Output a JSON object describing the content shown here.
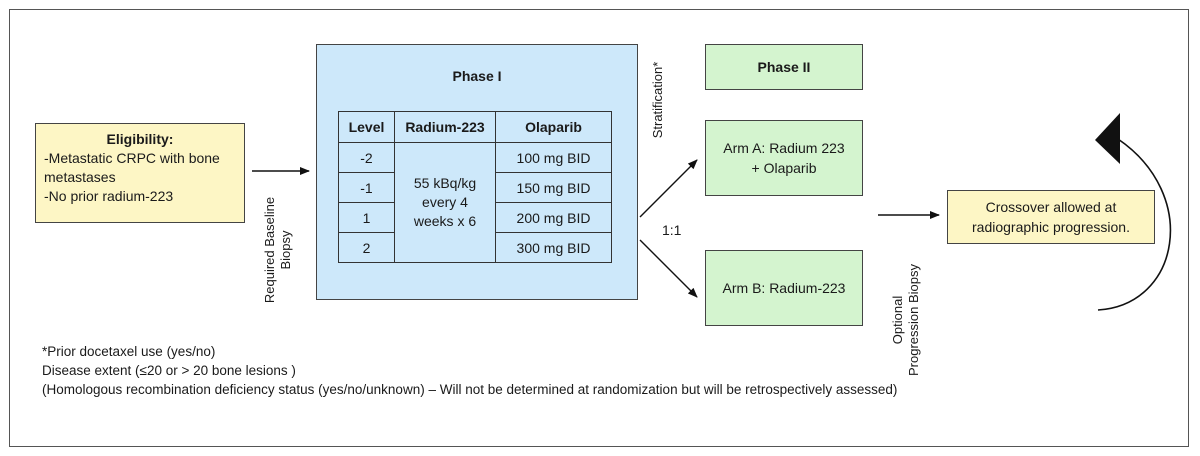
{
  "eligibility": {
    "title": "Eligibility:",
    "lines": [
      "-Metastatic CRPC with bone metastases",
      "-No prior radium-223"
    ]
  },
  "phase1": {
    "title": "Phase I",
    "headers": [
      "Level",
      "Radium-223",
      "Olaparib"
    ],
    "levels": [
      "-2",
      "-1",
      "1",
      "2"
    ],
    "radium_regimen": [
      "55 kBq/kg",
      "every 4",
      "weeks x 6"
    ],
    "olaparib_doses": [
      "100 mg BID",
      "150 mg BID",
      "200 mg BID",
      "300 mg BID"
    ]
  },
  "baseline_biopsy": [
    "Required Baseline",
    "Biopsy"
  ],
  "stratification": "Stratification*",
  "randomization_ratio": "1:1",
  "phase2": {
    "title": "Phase II",
    "arm_a": [
      "Arm A: Radium 223",
      "+ Olaparib"
    ],
    "arm_b": "Arm B: Radium-223"
  },
  "progression_biopsy": [
    "Optional",
    "Progression Biopsy"
  ],
  "crossover": [
    "Crossover allowed at",
    "radiographic progression."
  ],
  "notes": [
    "*Prior docetaxel use (yes/no)",
    "Disease extent (≤20 or > 20 bone lesions )",
    "(Homologous recombination deficiency status (yes/no/unknown) – Will not be determined at randomization but will be retrospectively assessed)"
  ],
  "colors": {
    "eligibility_fill": "#fdf6c5",
    "phase1_fill": "#cde8fa",
    "phase2_fill": "#d4f4cf"
  }
}
